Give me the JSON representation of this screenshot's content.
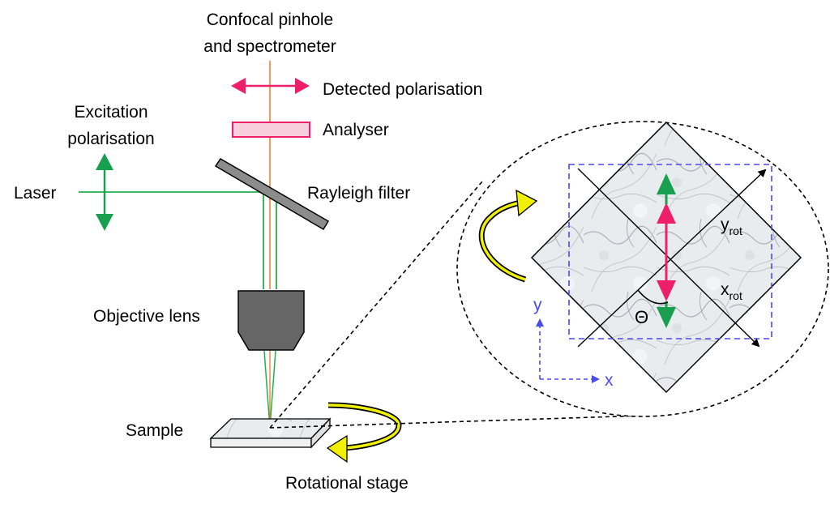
{
  "labels": {
    "pinhole_line1": "Confocal pinhole",
    "pinhole_line2": "and spectrometer",
    "detected_polarisation": "Detected polarisation",
    "analyser": "Analyser",
    "excitation_line1": "Excitation",
    "excitation_line2": "polarisation",
    "laser": "Laser",
    "rayleigh_filter": "Rayleigh filter",
    "objective_lens": "Objective lens",
    "sample": "Sample",
    "rotational_stage": "Rotational stage"
  },
  "inset": {
    "y_axis": "y",
    "x_axis": "x",
    "y_rot": "y",
    "y_rot_sub": "rot",
    "x_rot": "x",
    "x_rot_sub": "rot",
    "theta": "Θ"
  },
  "colors": {
    "laser_beam": "#22b14c",
    "scattered_beam": "#f07828",
    "detected_polarisation_arrow": "#ee1f6a",
    "excitation_polarisation_arrow": "#18a050",
    "analyser": "#ee1f6a",
    "rotation_arrow": "#f0f000",
    "lab_axes": "#4a4aee",
    "objective": "#666666",
    "filter": "#888888"
  },
  "icons": {
    "rotation": "curved-rotation-arrow",
    "polarisation": "double-headed-arrow"
  }
}
